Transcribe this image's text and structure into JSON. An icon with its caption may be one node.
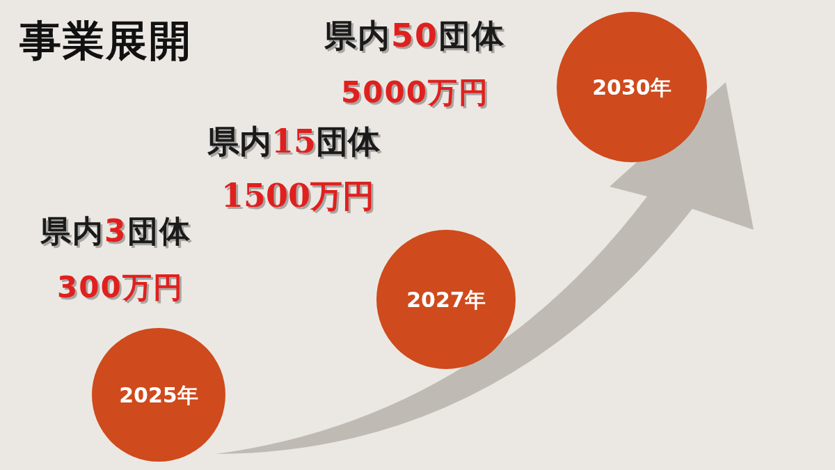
{
  "diagram": {
    "title": "事業展開",
    "nodes": [
      {
        "text": [
          "2025年"
        ]
      },
      {
        "text": [
          "2027年"
        ]
      },
      {
        "text": [
          "2030年"
        ]
      }
    ],
    "edges": [],
    "labels": [
      "県内50団体",
      "5000万円",
      "県内15団体",
      "1500万円",
      "県内3団体",
      "300万円"
    ]
  }
}
